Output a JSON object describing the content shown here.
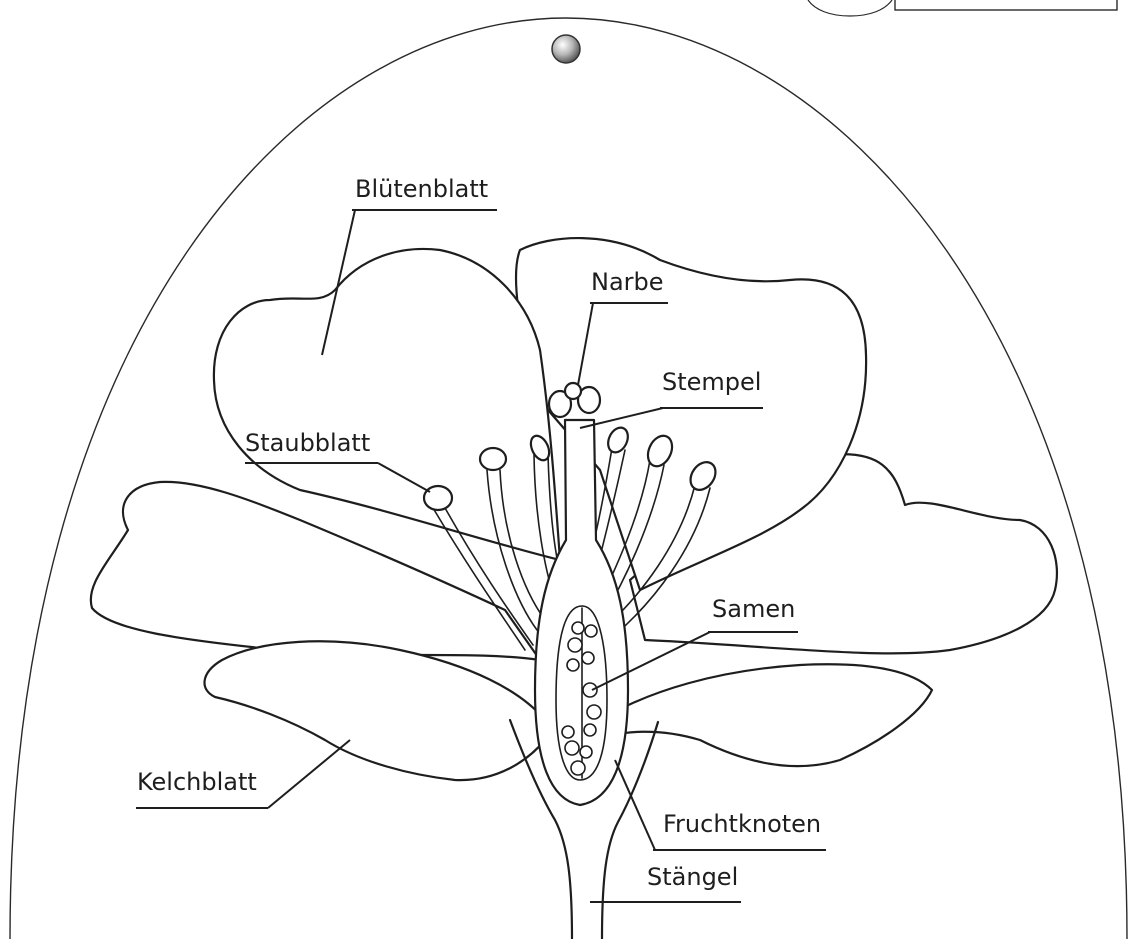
{
  "labels": {
    "bluetenblatt": "Blütenblatt",
    "narbe": "Narbe",
    "stempel": "Stempel",
    "staubblatt": "Staubblatt",
    "samen": "Samen",
    "kelchblatt": "Kelchblatt",
    "fruchtknoten": "Fruchtknoten",
    "staengel": "Stängel"
  }
}
